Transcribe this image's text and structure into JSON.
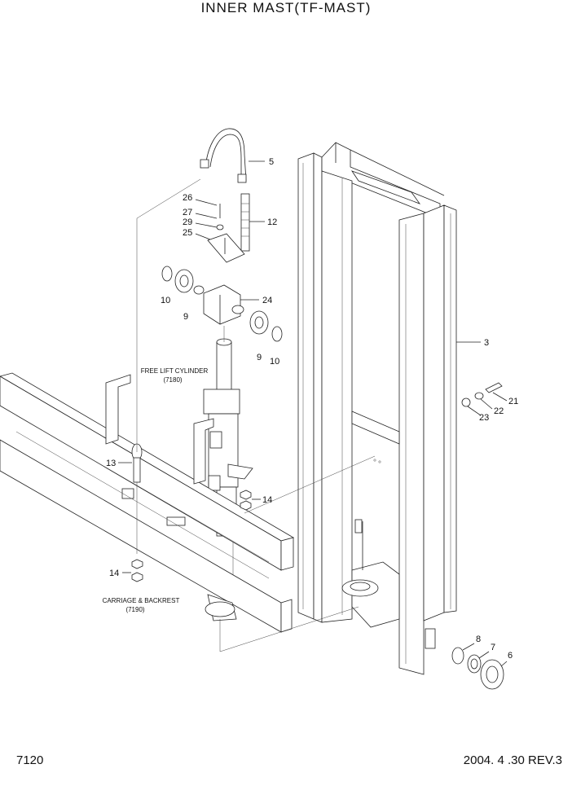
{
  "title": "INNER  MAST(TF-MAST)",
  "page_number": "7120",
  "revision": "2004. 4 .30 REV.3",
  "labels": {
    "free_lift_cylinder": "FREE LIFT CYLINDER",
    "free_lift_cylinder_ref": "(7180)",
    "carriage_backrest": "CARRIAGE & BACKREST",
    "carriage_backrest_ref": "(7190)"
  },
  "callouts": {
    "c5": "5",
    "c26": "26",
    "c27": "27",
    "c29": "29",
    "c25": "25",
    "c12": "12",
    "c24": "24",
    "c10a": "10",
    "c9a": "9",
    "c9b": "9",
    "c10b": "10",
    "c3": "3",
    "c21": "21",
    "c22": "22",
    "c23": "23",
    "c13": "13",
    "c14a": "14",
    "c14b": "14",
    "c8": "8",
    "c7": "7",
    "c6": "6"
  }
}
